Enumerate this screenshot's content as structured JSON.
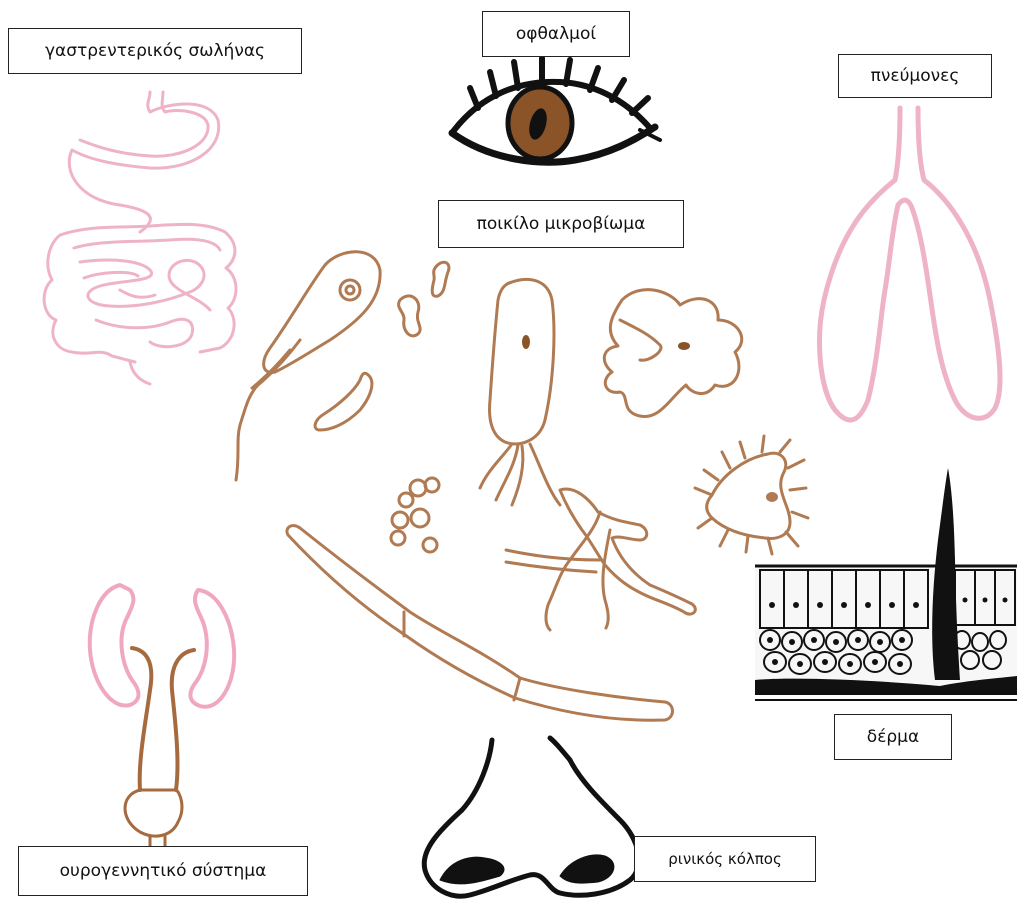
{
  "labels": {
    "gi_tract": "γαστρεντερικός σωλήνας",
    "eyes": "οφθαλμοί",
    "lungs": "πνεύμονες",
    "microbiome": "ποικίλο μικροβίωμα",
    "skin": "δέρμα",
    "urogenital": "ουρογεννητικό σύστημα",
    "nasal": "ρινικός κόλπος"
  },
  "colors": {
    "microbe": "#b07a52",
    "organ_pink": "#efb3c8",
    "kidney_pink": "#f0a8c0",
    "ink": "#111111",
    "iris": "#8a5428"
  }
}
